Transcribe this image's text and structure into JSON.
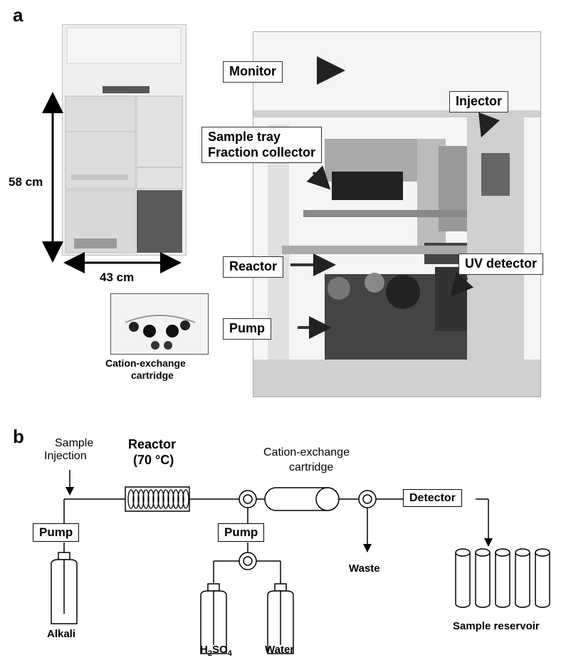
{
  "panel_a": {
    "letter": "a",
    "height_label": "58 cm",
    "width_label": "43 cm",
    "cartridge_label_line1": "Cation-exchange",
    "cartridge_label_line2": "cartridge",
    "callouts": {
      "monitor": "Monitor",
      "injector": "Injector",
      "sample_tray_line1": "Sample tray",
      "sample_tray_line2": "Fraction collector",
      "reactor": "Reactor",
      "uv_detector": "UV detector",
      "pump": "Pump"
    }
  },
  "panel_b": {
    "letter": "b",
    "sample_injection_line1": "Sample",
    "sample_injection_line2": "Injection",
    "reactor_line1": "Reactor",
    "reactor_line2": "(70 °C)",
    "cartridge_line1": "Cation-exchange",
    "cartridge_line2": "cartridge",
    "pump_left": "Pump",
    "pump_mid": "Pump",
    "detector": "Detector",
    "alkali": "Alkali",
    "h2so4_base": "H",
    "h2so4_sub1": "2",
    "h2so4_mid": "SO",
    "h2so4_sub2": "4",
    "water": "Water",
    "waste": "Waste",
    "sample_reservoir": "Sample reservoir"
  }
}
